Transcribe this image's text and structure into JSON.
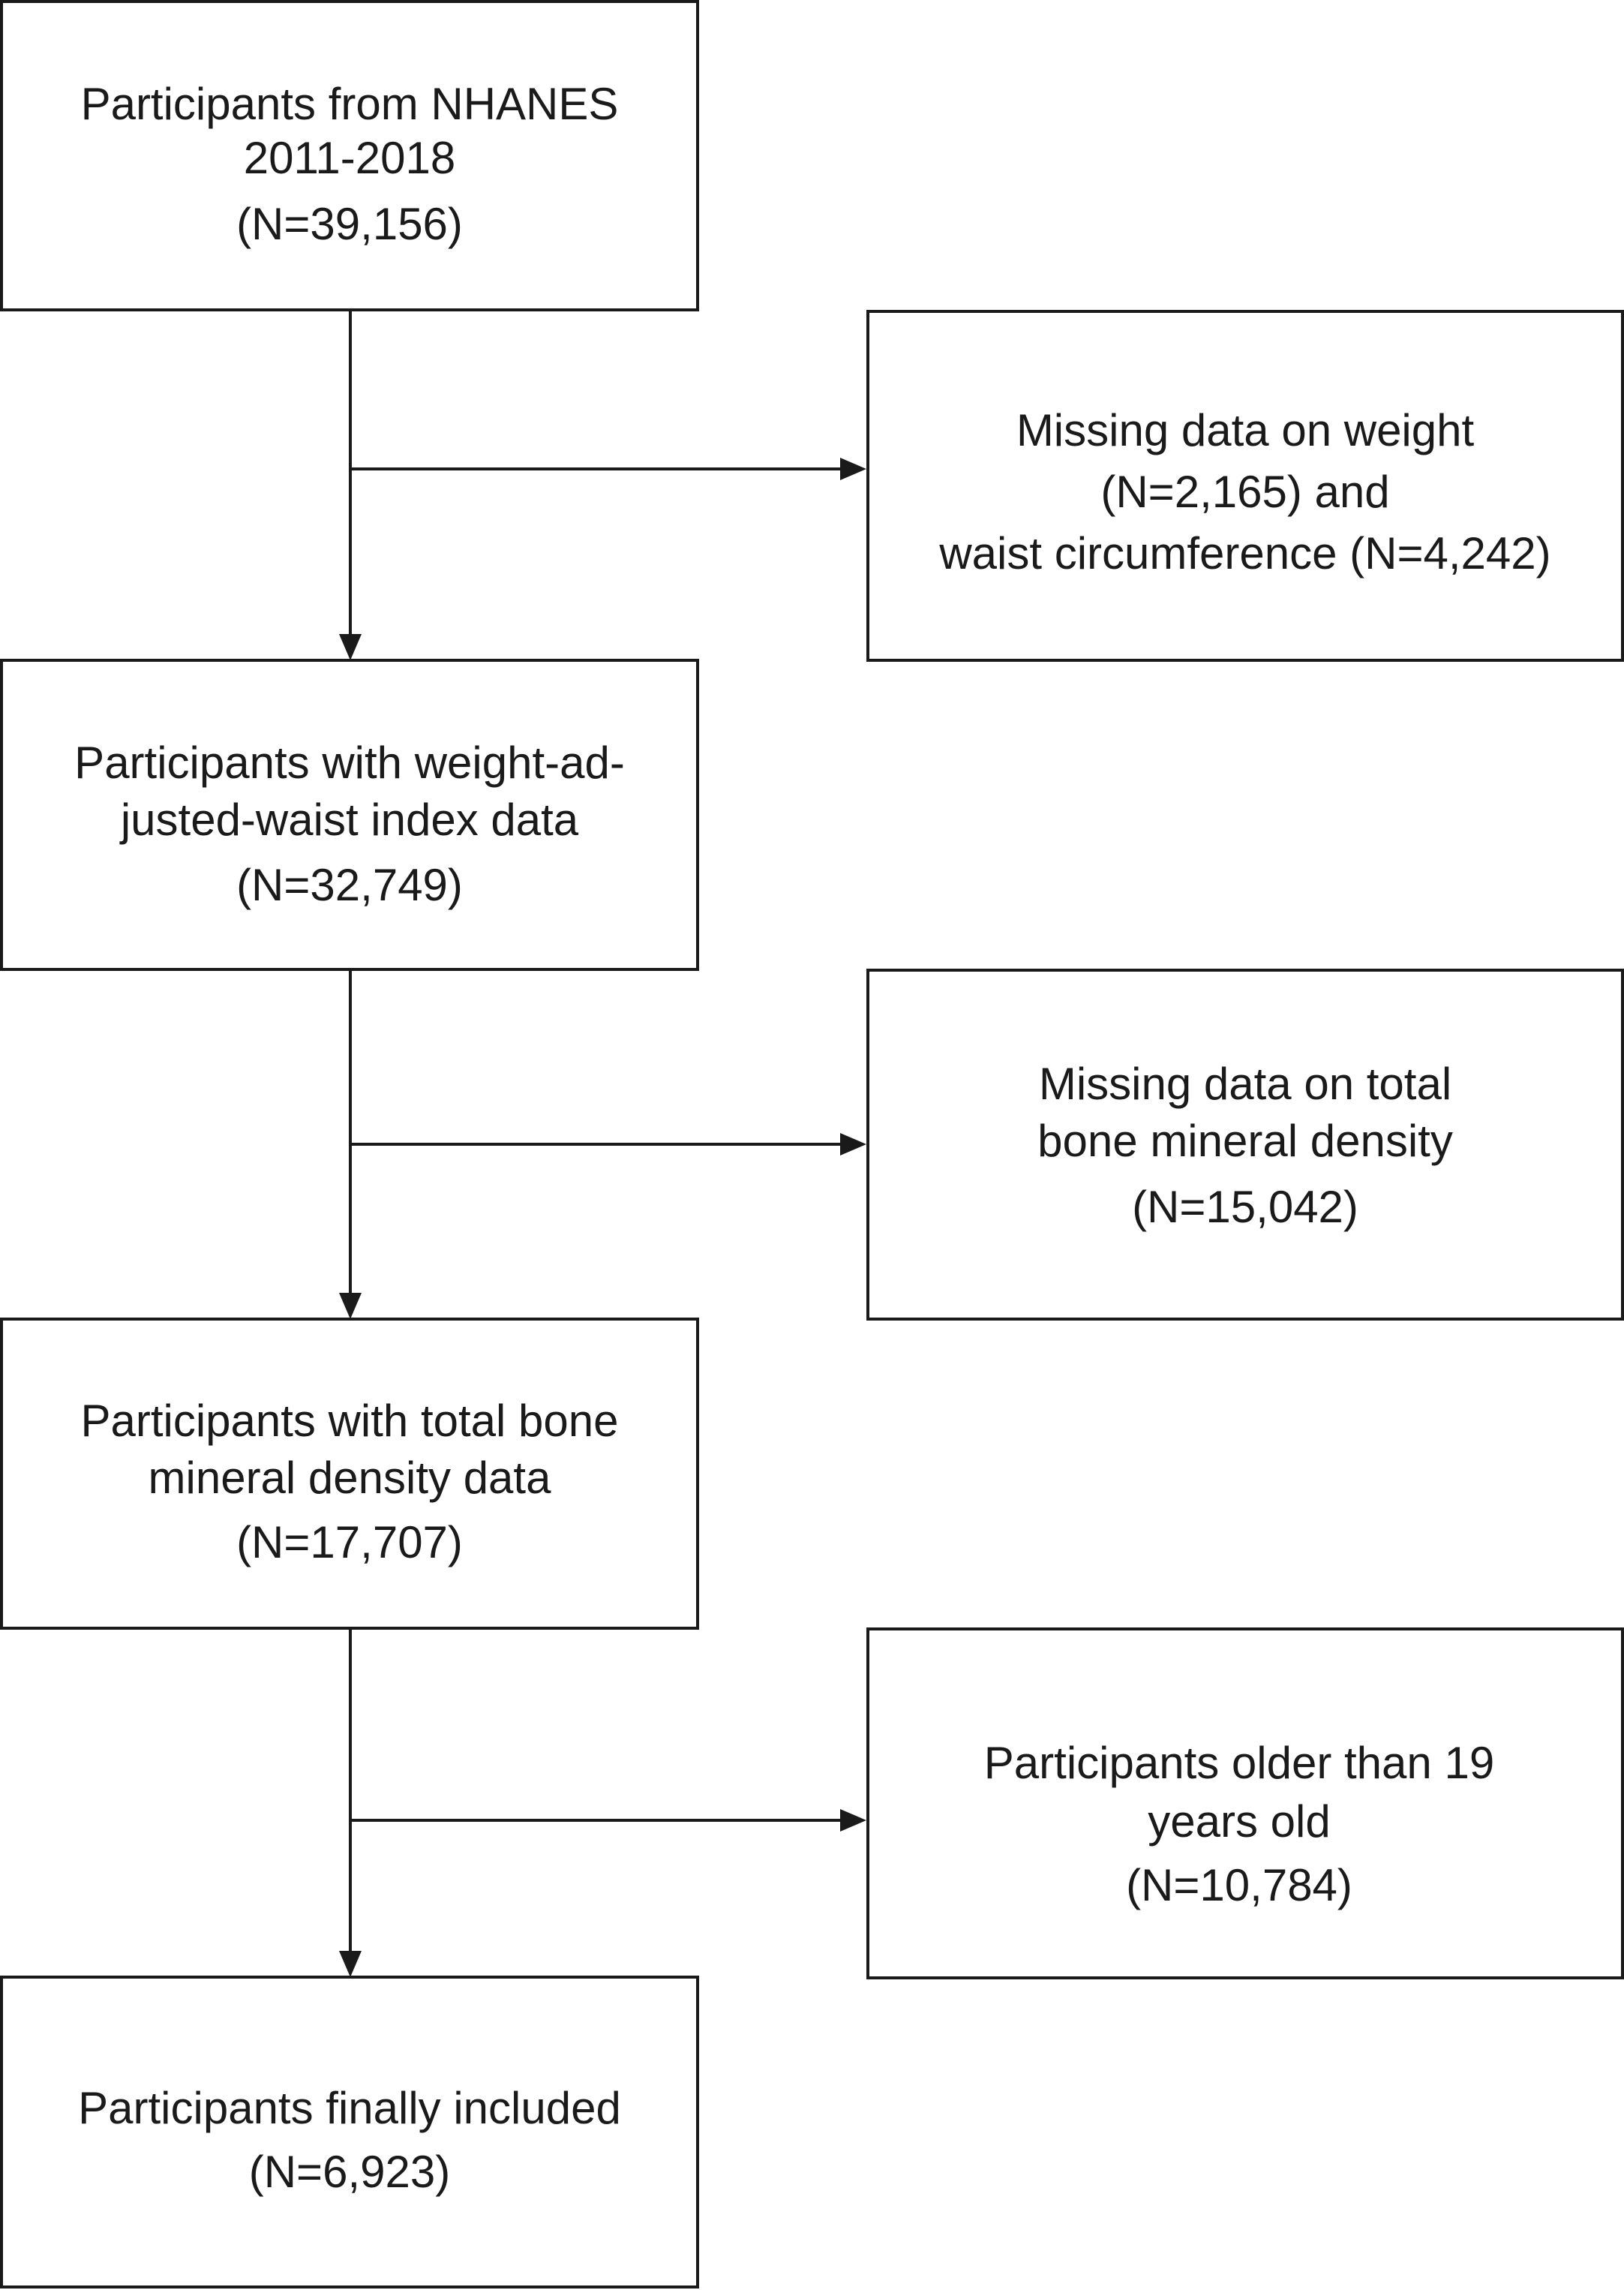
{
  "diagram": {
    "main_steps": [
      {
        "lines": [
          "Participants from NHANES",
          "2011-2018",
          "(N=39,156)"
        ]
      },
      {
        "lines": [
          "Participants with weight-ad-",
          "justed-waist index data",
          "(N=32,749)"
        ]
      },
      {
        "lines": [
          "Participants with total bone",
          "mineral density data",
          "(N=17,707)"
        ]
      },
      {
        "lines": [
          "Participants finally included",
          "(N=6,923)"
        ]
      }
    ],
    "exclusions": [
      {
        "lines": [
          "Missing data on weight",
          "(N=2,165) and",
          "waist circumference (N=4,242)"
        ]
      },
      {
        "lines": [
          "Missing data on total",
          "bone mineral density",
          "(N=15,042)"
        ]
      },
      {
        "lines": [
          "Participants older than 19",
          "years old",
          "(N=10,784)"
        ]
      }
    ]
  }
}
